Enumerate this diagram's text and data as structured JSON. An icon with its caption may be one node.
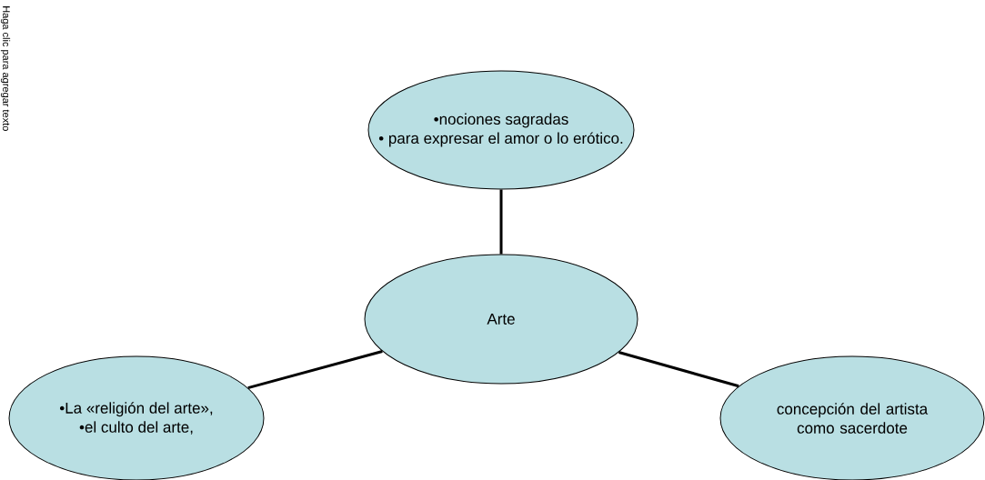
{
  "diagram": {
    "nodes": [
      {
        "text": [
          "•nociones sagradas",
          "• para expresar el amor o lo erótico."
        ]
      },
      {
        "text": [
          "Arte"
        ]
      },
      {
        "text": [
          "•La «religión del arte»,",
          "•el culto del arte,"
        ]
      },
      {
        "text": [
          "concepción del artista como sacerdote"
        ]
      }
    ],
    "edges": [
      {
        "from": 0,
        "to": 1,
        "arrow": "none"
      },
      {
        "from": 1,
        "to": 2,
        "arrow": "none"
      },
      {
        "from": 1,
        "to": 3,
        "arrow": "none"
      }
    ],
    "labels": [
      "Haga clic para agregar texto"
    ]
  }
}
